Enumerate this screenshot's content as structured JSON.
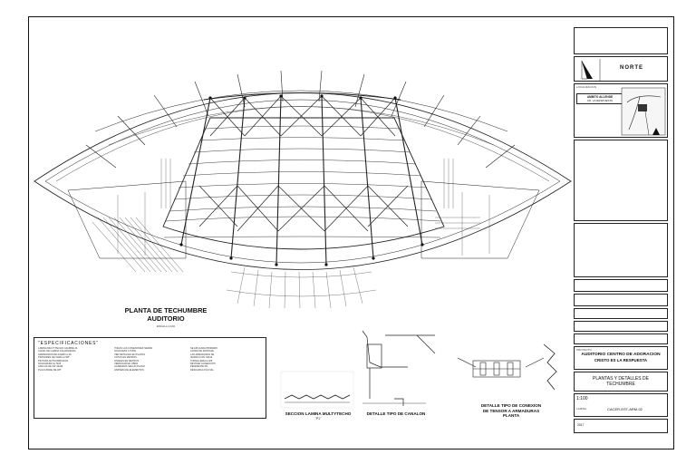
{
  "plan": {
    "title_line1": "PLANTA DE TECHUMBRE",
    "title_line2": "AUDITORIO",
    "scale": "ESCALA 1:100"
  },
  "specs": {
    "title": "\"ESPECIFICACIONES\"",
    "col1": [
      "LAMINA MULTYTECHO CALIBRE 24",
      "CANAL DE LAMINA GALVANIZADA",
      "ARMADURAS DE ACERO A-36",
      "TENSORES DE VARILLA 5/8\"",
      "PINTURA ANTICORROSIVA",
      "SOLDADURA E-7018",
      "ANCLAS DE 3/4\" DIAM.",
      "PLACA BASE DE 3/8\""
    ],
    "col2": [
      "TODAS LAS CONEXIONES SERAN",
      "SOLDADAS A TOPE",
      "VER DETALLES EN PLANTA",
      "COTAS EN METROS",
      "NIVELES EN METROS",
      "VERIFICAR EN OBRA",
      "ACABADOS SEGUN PLANO",
      "LIMPIEZA DE ELEMENTOS"
    ],
    "col3": [
      "SE APLICARA PRIMARIO",
      "ANTES DE MONTAJE",
      "LAS ARMADURAS SE",
      "IZARAN CON GRUA",
      "TORNILLERIA A-325",
      "REVISAR ALINEACION",
      "PENDIENTE 5%",
      "DESCARGA PLUVIAL"
    ]
  },
  "details": {
    "lamina": "SECCION LAMINA MULTYTECHO",
    "lamina_sub": "\"P1\"",
    "canalon": "DETALLE TIPO DE CANALON",
    "tensor_line1": "DETALLE TIPO DE CONEXION",
    "tensor_line2": "DE TENSOR A ARMADURAS",
    "tensor_line3": "PLANTA"
  },
  "title_block": {
    "north_label": "NORTE",
    "location_label": "LOCALIZACION",
    "project_block_line1": "AMBITO ALLENDE",
    "project_block_line2": "CD. LA RESPUESTA",
    "project_label": "PROYECTO",
    "project_line1": "AUDITORIO CENTRO DE ADORACION",
    "project_line2": "CRISTO ES LA RESPUESTA",
    "drawing_line1": "PLANTAS Y DETALLES DE",
    "drawing_line2": "TECHUMBRE",
    "scale": "1:100",
    "drawing_code": "CACER-EST-ARM-02",
    "sheet_label": "LAMINA",
    "date_label": "2017"
  }
}
